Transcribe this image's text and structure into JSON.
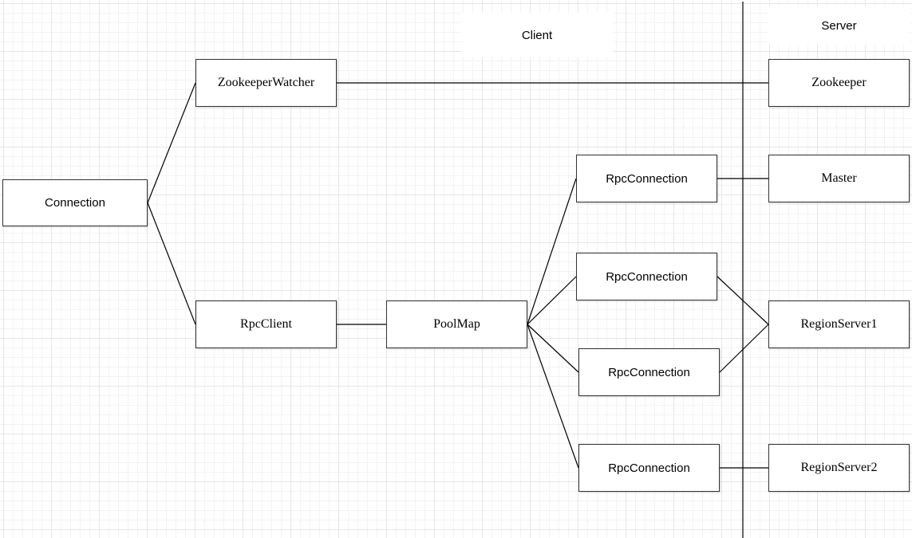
{
  "region_labels": {
    "client": "Client",
    "server": "Server"
  },
  "nodes": {
    "connection": "Connection",
    "zookeeper_watcher": "ZookeeperWatcher",
    "rpc_client": "RpcClient",
    "pool_map": "PoolMap",
    "rpc_connection_1": "RpcConnection",
    "rpc_connection_2": "RpcConnection",
    "rpc_connection_3": "RpcConnection",
    "rpc_connection_4": "RpcConnection",
    "zookeeper": "Zookeeper",
    "master": "Master",
    "region_server_1": "RegionServer1",
    "region_server_2": "RegionServer2"
  },
  "edges": [
    [
      "connection",
      "zookeeper_watcher"
    ],
    [
      "connection",
      "rpc_client"
    ],
    [
      "zookeeper_watcher",
      "zookeeper"
    ],
    [
      "rpc_client",
      "pool_map"
    ],
    [
      "pool_map",
      "rpc_connection_1"
    ],
    [
      "pool_map",
      "rpc_connection_2"
    ],
    [
      "pool_map",
      "rpc_connection_3"
    ],
    [
      "pool_map",
      "rpc_connection_4"
    ],
    [
      "rpc_connection_1",
      "master"
    ],
    [
      "rpc_connection_2",
      "region_server_1"
    ],
    [
      "rpc_connection_3",
      "region_server_1"
    ],
    [
      "rpc_connection_4",
      "region_server_2"
    ]
  ],
  "colors": {
    "stroke": "#000000",
    "node_border": "#333333",
    "node_fill": "#ffffff",
    "grid": "#e6e6e6"
  }
}
